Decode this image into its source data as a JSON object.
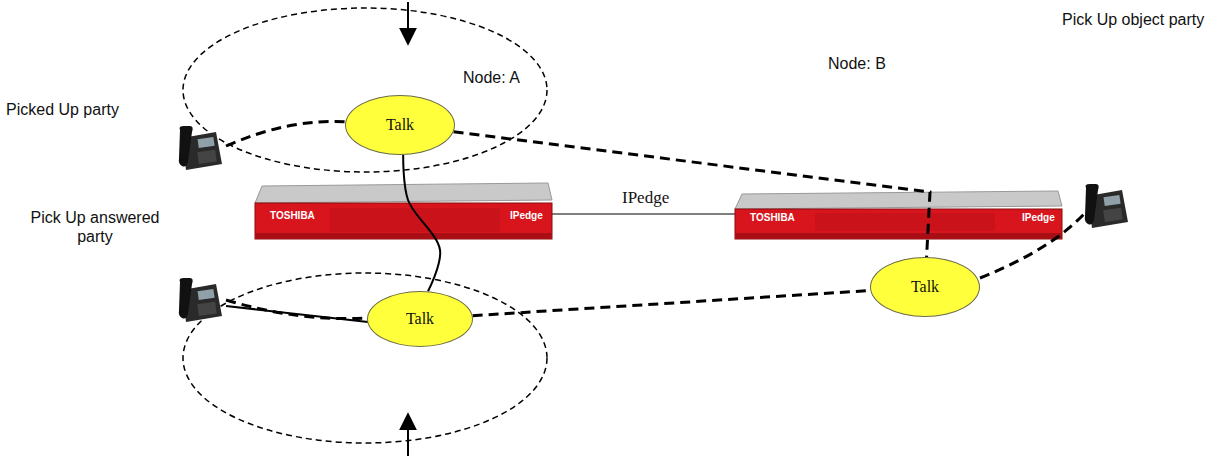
{
  "diagram": {
    "nodes": [
      {
        "text": [
          "Talk"
        ]
      },
      {
        "text": [
          "Talk"
        ]
      },
      {
        "text": [
          "Talk"
        ]
      }
    ],
    "edges": [
      {
        "from": 0,
        "to": 1,
        "arrow": "none"
      },
      {
        "from": 0,
        "to": 2,
        "arrow": "none"
      },
      {
        "from": 2,
        "to": 1,
        "arrow": "none"
      }
    ],
    "labels": [
      "Node: A",
      "Node: B",
      "Pick Up object party",
      "Picked Up party",
      "Pick Up answered party",
      "IPedge",
      "TOSHIBA",
      "IPedge",
      "TOSHIBA",
      "IPedge"
    ]
  }
}
